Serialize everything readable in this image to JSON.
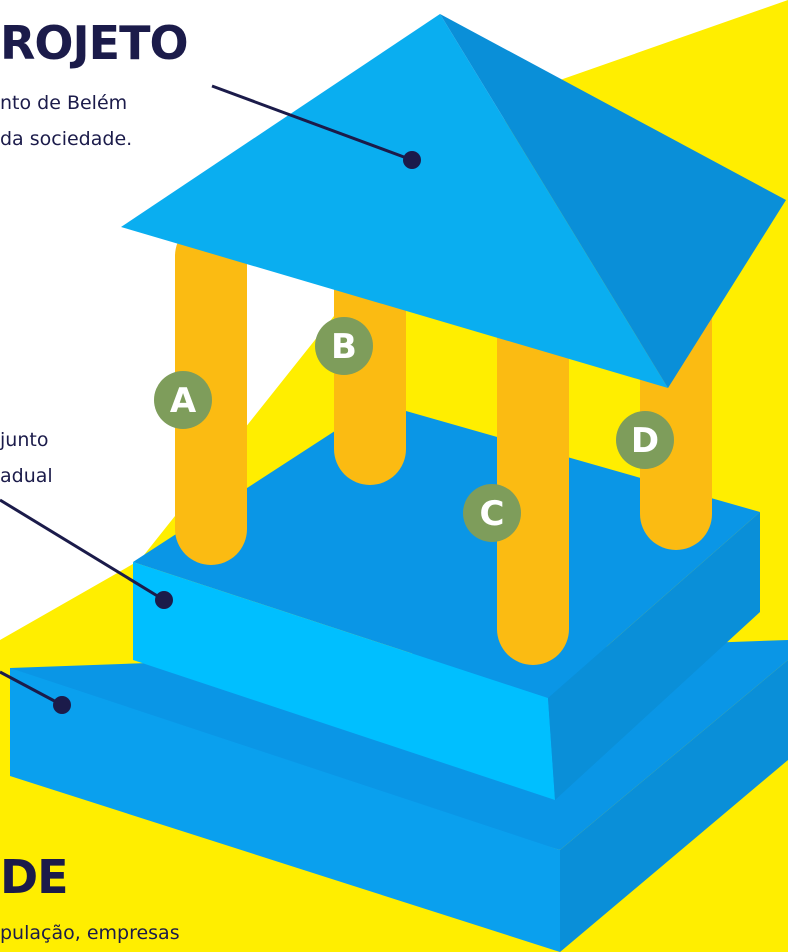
{
  "headings": {
    "top": "ROJETO",
    "bottom": "DE"
  },
  "captions": {
    "top_line1": "nto de Belém",
    "top_line2": "da sociedade.",
    "middle_line1": "junto",
    "middle_line2": "adual",
    "bottom_line1": "pulação, empresas"
  },
  "pillars": [
    "A",
    "B",
    "C",
    "D"
  ],
  "colors": {
    "background": "#ffffff",
    "yellow": "#ffee00",
    "light_blue": "#00bfff",
    "mid_blue": "#0a96e6",
    "roof_light": "#0aaef0",
    "roof_dark": "#0a8fd8",
    "pillar": "#fbbb12",
    "badge": "#7e9d5b",
    "dark_navy": "#1b1b4a"
  }
}
